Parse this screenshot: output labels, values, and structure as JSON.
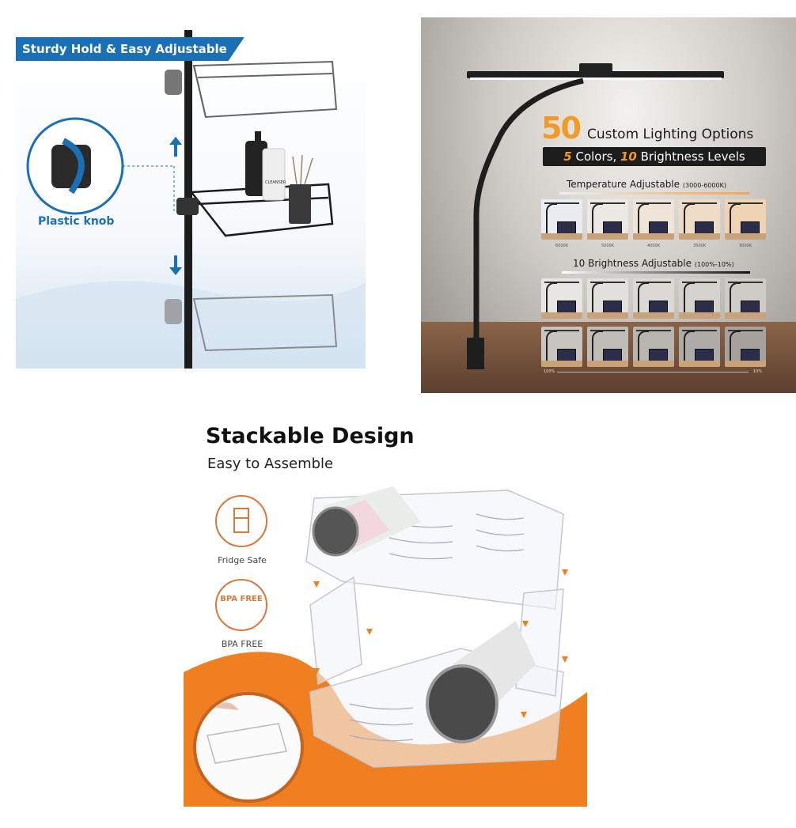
{
  "shower_caddy": {
    "banner": "Sturdy Hold & Easy Adjustable",
    "knob_label": "Plastic knob",
    "bottle_label": "CLEANSER"
  },
  "desk_lamp": {
    "headline_number": "50",
    "headline_text": "Custom Lighting Options",
    "subheadline_num1": "5",
    "subheadline_text1": " Colors, ",
    "subheadline_num2": "10",
    "subheadline_text2": " Brightness Levels",
    "temperature_title": "Temperature Adjustable",
    "temperature_range": "(3000-6000K)",
    "temperature_labels": [
      "6000K",
      "5000K",
      "4000K",
      "3500K",
      "3000K"
    ],
    "brightness_title": "10 Brightness Adjustable",
    "brightness_range": "(100%-10%)",
    "brightness_start": "100%",
    "brightness_end": "10%",
    "accent_color": "#f29a25"
  },
  "organizer": {
    "title": "Stackable Design",
    "subtitle": "Easy to Assemble",
    "features": [
      {
        "icon": "fridge-icon",
        "label": "Fridge Safe"
      },
      {
        "icon": "bpa-free-icon",
        "label": "BPA FREE",
        "badge": "BPA FREE"
      }
    ],
    "accent_color": "#f07f22"
  }
}
